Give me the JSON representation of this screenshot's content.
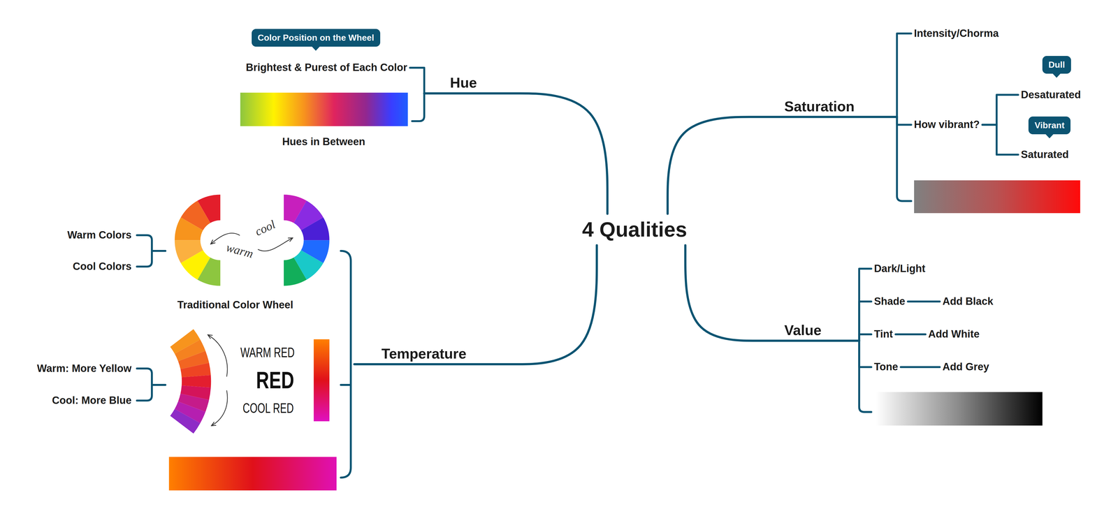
{
  "diagram": {
    "nodes": [
      {
        "text": [
          "4 Qualities"
        ]
      },
      {
        "text": [
          "Hue"
        ]
      },
      {
        "text": [
          "Color Position on the Wheel"
        ]
      },
      {
        "text": [
          "Brightest & Purest of Each Color"
        ]
      },
      {
        "text": [
          "Saturation"
        ]
      },
      {
        "text": [
          "Intensity/Chorma"
        ]
      },
      {
        "text": [
          "How vibrant?"
        ]
      },
      {
        "text": [
          "Dull"
        ]
      },
      {
        "text": [
          "Desaturated"
        ]
      },
      {
        "text": [
          "Vibrant"
        ]
      },
      {
        "text": [
          "Saturated"
        ]
      },
      {
        "text": [
          "Temperature"
        ]
      },
      {
        "text": [
          "Value"
        ]
      },
      {
        "text": [
          "Dark/Light"
        ]
      },
      {
        "text": [
          "Shade"
        ]
      },
      {
        "text": [
          "Add Black"
        ]
      },
      {
        "text": [
          "Tint"
        ]
      },
      {
        "text": [
          "Add White"
        ]
      },
      {
        "text": [
          "Tone"
        ]
      },
      {
        "text": [
          "Add Grey"
        ]
      }
    ],
    "edges": [
      {
        "from": 0,
        "to": 1,
        "arrow": "none"
      },
      {
        "from": 0,
        "to": 4,
        "arrow": "none"
      },
      {
        "from": 0,
        "to": 11,
        "arrow": "none"
      },
      {
        "from": 0,
        "to": 12,
        "arrow": "none"
      },
      {
        "from": 1,
        "to": 3,
        "arrow": "none"
      },
      {
        "from": 4,
        "to": 5,
        "arrow": "none"
      },
      {
        "from": 4,
        "to": 6,
        "arrow": "none"
      },
      {
        "from": 6,
        "to": 8,
        "arrow": "none"
      },
      {
        "from": 6,
        "to": 10,
        "arrow": "none"
      },
      {
        "from": 12,
        "to": 13,
        "arrow": "none"
      },
      {
        "from": 12,
        "to": 14,
        "arrow": "none"
      },
      {
        "from": 12,
        "to": 16,
        "arrow": "none"
      },
      {
        "from": 12,
        "to": 18,
        "arrow": "none"
      },
      {
        "from": 14,
        "to": 15,
        "arrow": "none"
      },
      {
        "from": 16,
        "to": 17,
        "arrow": "none"
      },
      {
        "from": 18,
        "to": 19,
        "arrow": "none"
      }
    ],
    "labels": [
      "Hues in Between",
      "Warm Colors",
      "Cool Colors",
      "warm",
      "cool",
      "Traditional Color Wheel",
      "Warm: More Yellow",
      "Cool: More Blue",
      "WARM RED",
      "RED",
      "COOL RED"
    ]
  }
}
